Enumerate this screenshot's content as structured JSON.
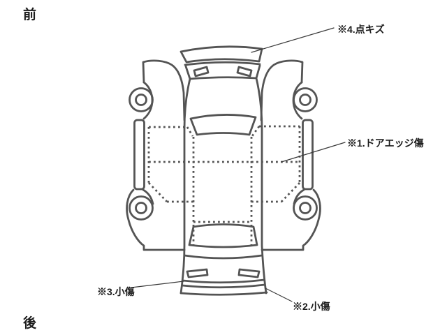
{
  "colors": {
    "background": "#ffffff",
    "line_color": "#545454",
    "leader_color": "#3a3a3a",
    "text_color": "#1c1c1c"
  },
  "orientation": {
    "front": "前",
    "rear": "後"
  },
  "annotations": [
    {
      "label": "※1.ドアエッジ傷",
      "target": "door-edge-right"
    },
    {
      "label": "※2.小傷",
      "target": "rear-bumper-right-corner"
    },
    {
      "label": "※3.小傷",
      "target": "rear-bumper-left-corner"
    },
    {
      "label": "※4.点キズ",
      "target": "front-bumper"
    }
  ]
}
